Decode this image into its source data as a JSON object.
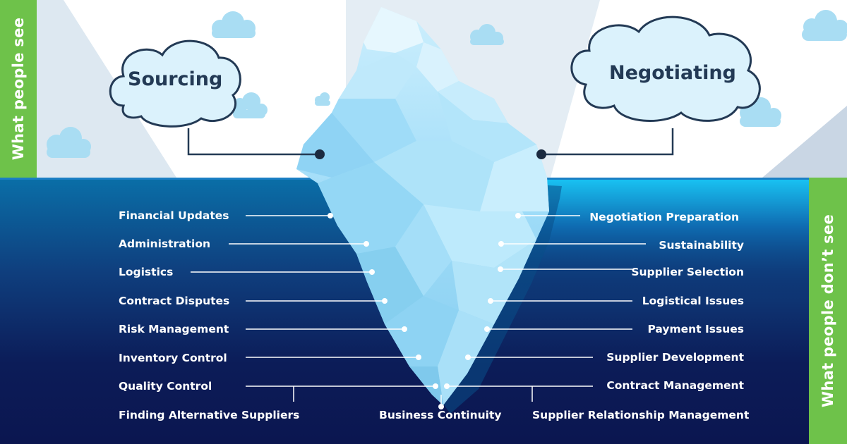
{
  "side_tabs": {
    "above": "What people see",
    "below": "What people don’t see"
  },
  "clouds": {
    "left": "Sourcing",
    "right": "Negotiating"
  },
  "left_items": [
    "Financial Updates",
    "Administration",
    "Logistics",
    "Contract Disputes",
    "Risk Management",
    "Inventory Control",
    "Quality Control",
    "Finding Alternative Suppliers"
  ],
  "right_items": [
    "Negotiation Preparation",
    "Sustainability",
    "Supplier Selection",
    "Logistical Issues",
    "Payment Issues",
    "Supplier Development",
    "Contract Management",
    "Supplier Relationship Management"
  ],
  "bottom_item": "Business Continuity",
  "colors": {
    "green_tab": "#6ec24a",
    "water_top": "#1ab4e8",
    "water_deep": "#0c1c58",
    "ice": "#a8e2fb",
    "cloud": "#a9ddf3",
    "cloud_text": "#233a55"
  }
}
